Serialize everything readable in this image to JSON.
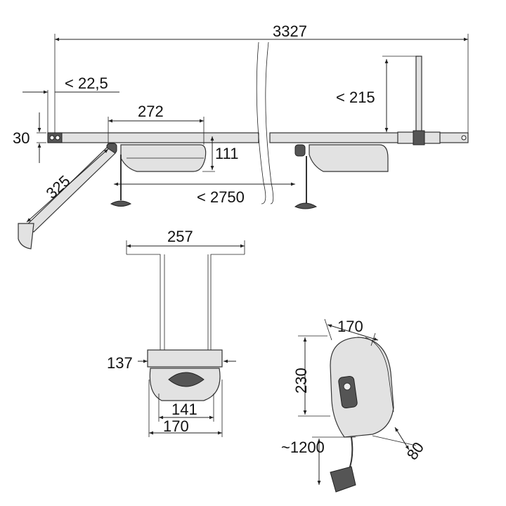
{
  "title": "Garage door opener dimensional drawing",
  "dimensions": {
    "rail_length": "3327",
    "front_offset": "< 22,5",
    "rail_height": "30",
    "motor_length": "272",
    "motor_height": "111",
    "arm_length": "325",
    "travel": "< 2750",
    "bracket_height": "< 215",
    "hanger_width": "257",
    "mount_height": "137",
    "mount_inner_width": "141",
    "mount_outer_width": "170",
    "switch_width": "170",
    "switch_height": "230",
    "switch_depth": "80",
    "cable_length": "~1200"
  },
  "colors": {
    "line": "#222222",
    "part_fill": "#e2e2e2"
  }
}
